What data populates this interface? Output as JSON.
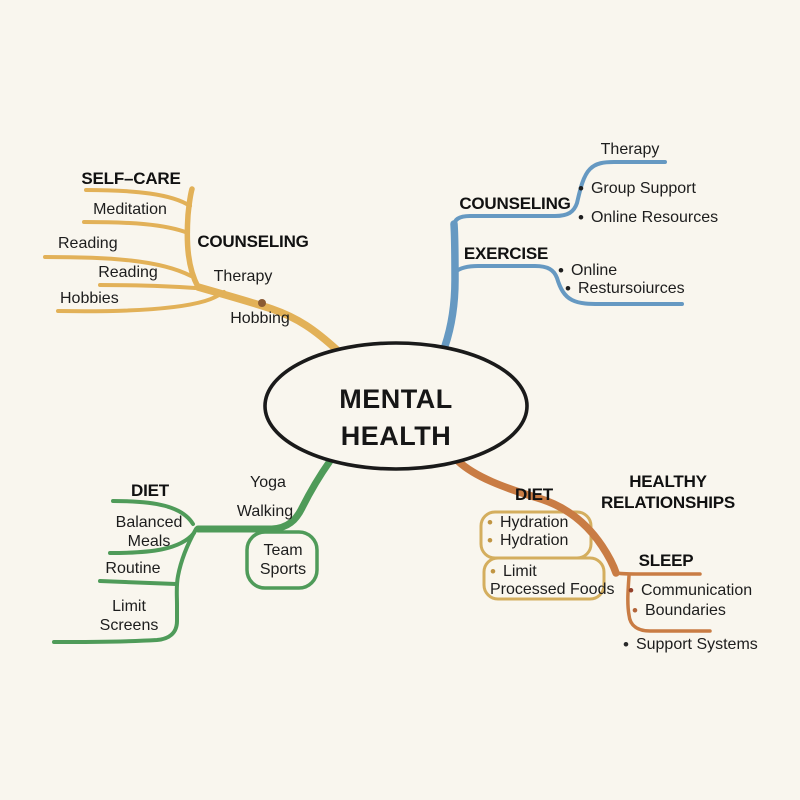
{
  "background": "#f9f6ee",
  "colors": {
    "yellow_branch": "#e2b158",
    "blue_branch": "#6699c2",
    "green_branch": "#4f9b59",
    "orange_branch": "#c97c44",
    "tan_bubble": "#d4ae5e",
    "ink": "#1c1c1c"
  },
  "center": {
    "line1": "MENTAL",
    "line2": "HEALTH"
  },
  "yellow_branch": {
    "selfcare_title": "SELF–CARE",
    "meditation": "Meditation",
    "reading_a": "Reading",
    "reading_b": "Reading",
    "hobbies": "Hobbies",
    "counseling_title": "COUNSELING",
    "therapy": "Therapy",
    "hobbing": "Hobbing"
  },
  "blue_branch": {
    "therapy": "Therapy",
    "counseling_title": "COUNSELING",
    "group_support": "Group Support",
    "online_resources": "Online Resources",
    "exercise_title": "EXERCISE",
    "online": "Online",
    "restursources": "Restursoiurces"
  },
  "green_branch": {
    "diet_title": "DIET",
    "balanced_meals": "Balanced Meals",
    "routine": "Routine",
    "limit_screens": "Limit Screens",
    "yoga": "Yoga",
    "walking": "Walking",
    "team_sports": "Team Sports"
  },
  "orange_branch": {
    "diet_title": "DIET",
    "hydration_a": "Hydration",
    "hydration_b": "Hydration",
    "limit": "Limit",
    "processed_foods": "Processed Foods",
    "healthy_relationships_title": "HEALTHY RELATIONSHIPS",
    "sleep_title": "SLEEP",
    "communication": "Communication",
    "boundaries": "Boundaries",
    "support_systems": "Support Systems"
  }
}
